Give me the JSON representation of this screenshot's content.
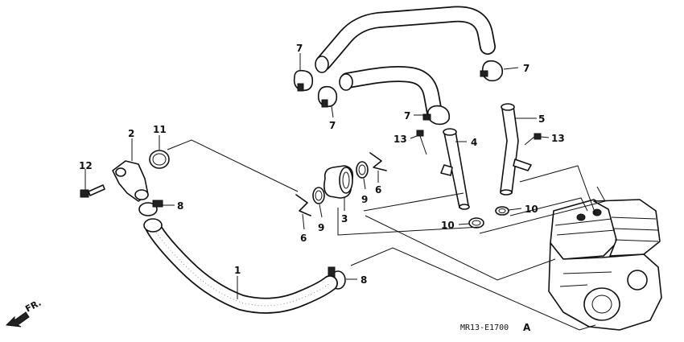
{
  "callouts": {
    "c1": "1",
    "c2": "2",
    "c3": "3",
    "c4": "4",
    "c5": "5",
    "c6a": "6",
    "c6b": "6",
    "c7a": "7",
    "c7b": "7",
    "c7c": "7",
    "c7d": "7",
    "c8a": "8",
    "c8b": "8",
    "c9a": "9",
    "c9b": "9",
    "c10a": "10",
    "c10b": "10",
    "c11": "11",
    "c12": "12",
    "c13a": "13",
    "c13b": "13"
  },
  "direction_label": "FR.",
  "diagram_code": "MR13-E1700",
  "diagram_rev": "A",
  "colors": {
    "line": "#111111",
    "background": "#ffffff"
  }
}
